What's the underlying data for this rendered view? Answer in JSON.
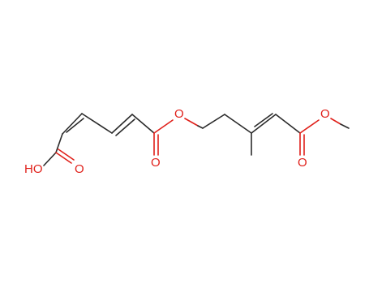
{
  "molecule": {
    "atoms": [
      {
        "id": "O_carbonyl_acid",
        "label": "O",
        "color": "#e0201a"
      },
      {
        "id": "OH_acid",
        "label": "HO",
        "color": "#e0201a"
      },
      {
        "id": "O_carbonyl_ester1",
        "label": "O",
        "color": "#e0201a"
      },
      {
        "id": "O_ester1",
        "label": "O",
        "color": "#e0201a"
      },
      {
        "id": "O_ester2",
        "label": "O",
        "color": "#e0201a"
      },
      {
        "id": "O_carbonyl_ester2",
        "label": "O",
        "color": "#e0201a"
      }
    ],
    "bond_color": "#2b2b2b",
    "heteroatom_color": "#e0201a"
  }
}
